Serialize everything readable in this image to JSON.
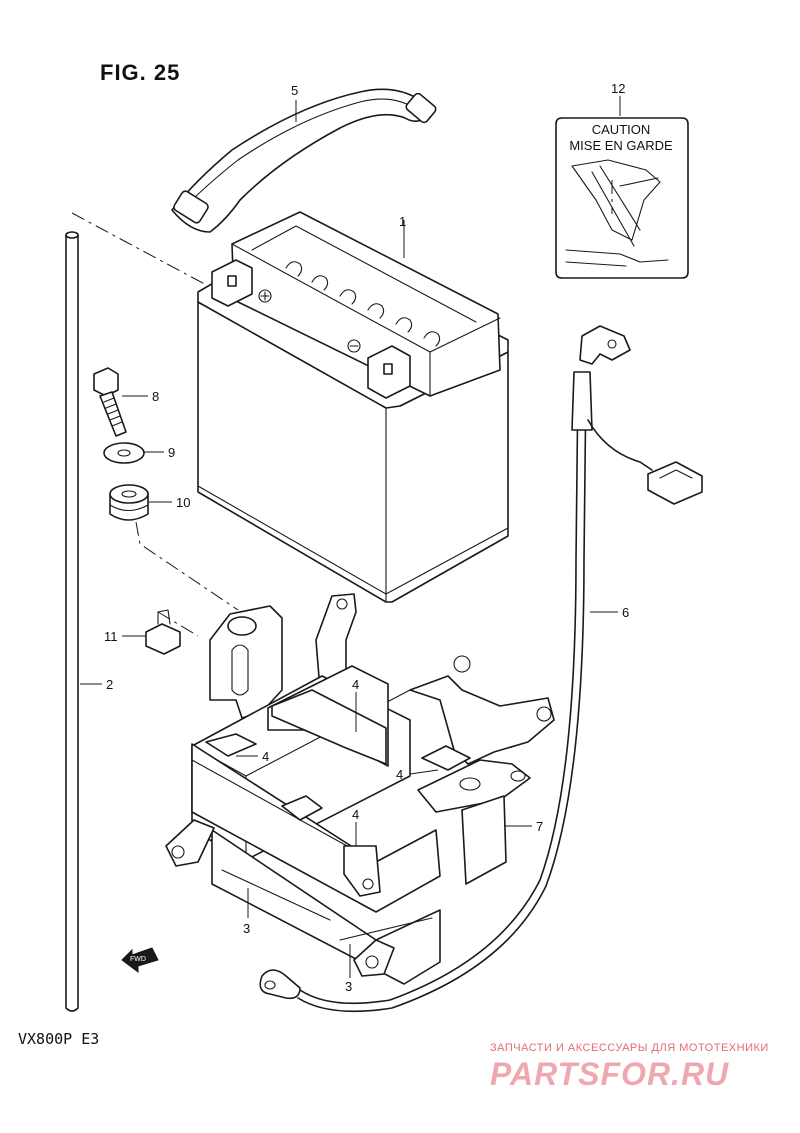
{
  "figure": {
    "title": "FIG. 25",
    "model": "VX800P  E3"
  },
  "parts": [
    {
      "ref": "1",
      "name": "battery"
    },
    {
      "ref": "2",
      "name": "breather-tube"
    },
    {
      "ref": "3",
      "name": "battery-holder"
    },
    {
      "ref": "4",
      "name": "cushion"
    },
    {
      "ref": "5",
      "name": "battery-band"
    },
    {
      "ref": "6",
      "name": "ground-lead"
    },
    {
      "ref": "7",
      "name": "cushion-7"
    },
    {
      "ref": "8",
      "name": "bolt"
    },
    {
      "ref": "9",
      "name": "washer"
    },
    {
      "ref": "10",
      "name": "grommet"
    },
    {
      "ref": "11",
      "name": "nut"
    },
    {
      "ref": "12",
      "name": "caution-label"
    }
  ],
  "caution_label": {
    "line1": "CAUTION",
    "line2": "MISE EN GARDE"
  },
  "fwd_arrow": "FWD",
  "watermark": {
    "tagline": "ЗАПЧАСТИ И АКСЕССУАРЫ ДЛЯ МОТОТЕХНИКИ",
    "logo": "PARTSFOR.RU"
  }
}
